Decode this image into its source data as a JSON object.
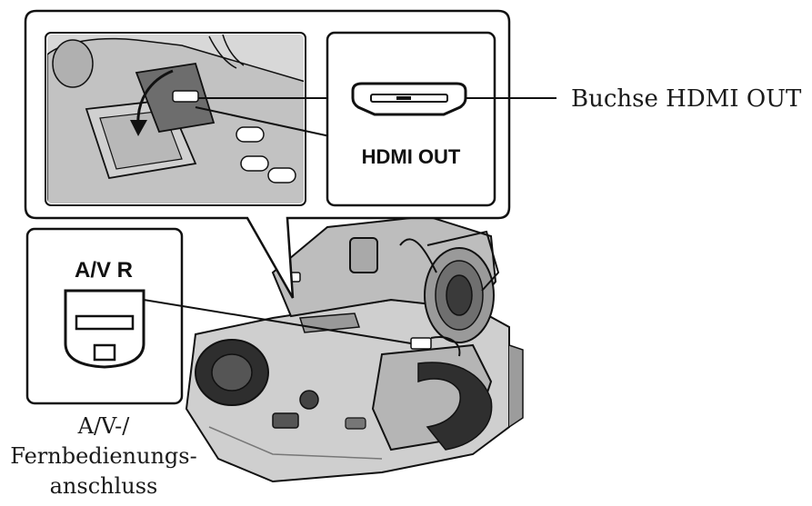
{
  "labels": {
    "hdmi_callout": "Buchse HDMI OUT",
    "hdmi_port_marking": "HDMI OUT",
    "av_port_marking": "A/V R",
    "av_callout_line1": "A/V-/",
    "av_callout_line2": "Fernbedienungs-",
    "av_callout_line3": "anschluss"
  },
  "colors": {
    "outline": "#111111",
    "panel_fill": "#ffffff",
    "camera_body": "#c9c9c9",
    "camera_shadow": "#8a8a8a",
    "camera_dark": "#3a3a3a"
  }
}
